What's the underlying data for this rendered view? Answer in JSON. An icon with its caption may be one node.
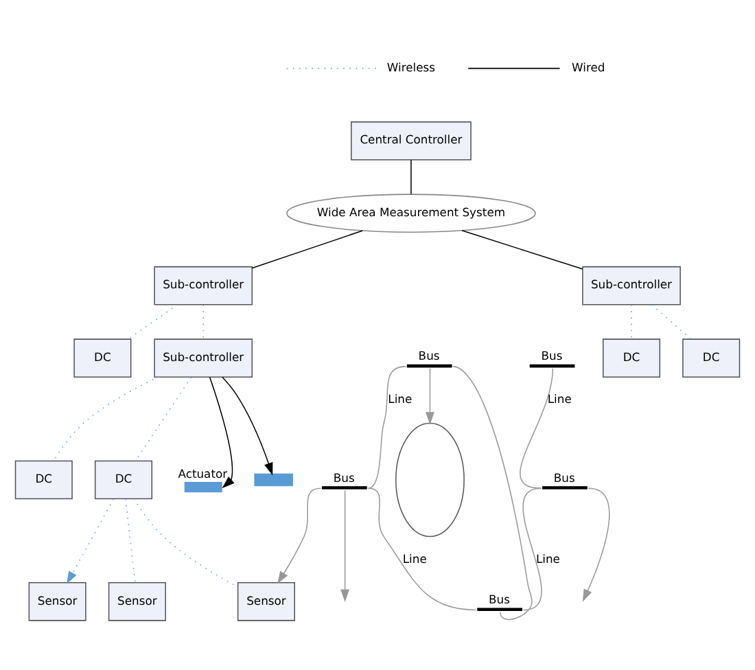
{
  "diagram": {
    "nodes": [
      {
        "text": [
          "Central Controller"
        ]
      },
      {
        "text": [
          "Wide Area Measurement System"
        ]
      },
      {
        "text": [
          "Sub-controller"
        ]
      },
      {
        "text": [
          "DC"
        ]
      },
      {
        "text": [
          "Sub-controller"
        ]
      },
      {
        "text": [
          "Sub-controller"
        ]
      },
      {
        "text": [
          "DC"
        ]
      },
      {
        "text": [
          "DC"
        ]
      },
      {
        "text": [
          "DC"
        ]
      },
      {
        "text": [
          "DC"
        ]
      },
      {
        "text": [
          "Sensor"
        ]
      },
      {
        "text": [
          "Sensor"
        ]
      },
      {
        "text": [
          "Sensor"
        ]
      },
      {
        "text": [],
        "shape": "bar",
        "beside": [
          "Actuator"
        ]
      },
      {
        "text": [],
        "shape": "bar"
      },
      {
        "text": [],
        "shape": "ellipse"
      },
      {
        "text": [],
        "shape": "bar",
        "beside": [
          "Bus"
        ]
      },
      {
        "text": [],
        "shape": "bar",
        "beside": [
          "Bus"
        ]
      },
      {
        "text": [],
        "shape": "bar",
        "beside": [
          "Bus"
        ]
      },
      {
        "text": [],
        "shape": "bar",
        "beside": [
          "Bus"
        ]
      },
      {
        "text": [],
        "shape": "bar",
        "beside": [
          "Bus"
        ]
      }
    ],
    "edges": [
      {
        "from": 0,
        "to": 1,
        "arrow": "none",
        "color": "#000000"
      },
      {
        "from": 1,
        "to": 2,
        "arrow": "none",
        "color": "#000000"
      },
      {
        "from": 1,
        "to": 5,
        "arrow": "none",
        "color": "#000000"
      },
      {
        "from": 2,
        "to": 3,
        "arrow": "none",
        "style": "dashed",
        "color": "#5b9bd5"
      },
      {
        "from": 2,
        "to": 4,
        "arrow": "none",
        "style": "dashed",
        "color": "#5b9bd5"
      },
      {
        "from": 4,
        "to": 6,
        "arrow": "none",
        "style": "dashed",
        "color": "#5b9bd5"
      },
      {
        "from": 4,
        "to": 7,
        "arrow": "none",
        "style": "dashed",
        "color": "#5b9bd5"
      },
      {
        "from": 5,
        "to": 8,
        "arrow": "none",
        "style": "dashed",
        "color": "#5b9bd5"
      },
      {
        "from": 5,
        "to": 9,
        "arrow": "none",
        "style": "dashed",
        "color": "#5b9bd5"
      },
      {
        "from": 4,
        "to": 14,
        "arrow": "to",
        "color": "#000000"
      },
      {
        "from": 4,
        "to": 13,
        "arrow": "to",
        "color": "#000000"
      },
      {
        "from": 7,
        "to": 10,
        "arrow": "none",
        "style": "dashed",
        "color": "#5b9bd5"
      },
      {
        "from": 7,
        "to": 11,
        "arrow": "to",
        "style": "dashed",
        "color": "#5b9bd5"
      },
      {
        "from": 7,
        "to": 12,
        "arrow": "none",
        "style": "dashed",
        "color": "#5b9bd5"
      },
      {
        "from": 17,
        "to": 16,
        "arrow": "none",
        "label": "Line",
        "color": "#999999"
      },
      {
        "from": 16,
        "to": 10,
        "arrow": "to",
        "color": "#999999"
      },
      {
        "from": 17,
        "to": 15,
        "arrow": "to",
        "color": "#999999"
      },
      {
        "from": 16,
        "to": 20,
        "arrow": "none",
        "label": "Line",
        "color": "#999999"
      },
      {
        "from": 16,
        "to": null,
        "arrow": "to",
        "color": "#999999"
      },
      {
        "from": 18,
        "to": 19,
        "arrow": "none",
        "label": "Line",
        "color": "#999999"
      },
      {
        "from": 19,
        "to": 20,
        "arrow": "none",
        "label": "Line",
        "color": "#999999"
      },
      {
        "from": 19,
        "to": null,
        "arrow": "to",
        "color": "#999999"
      },
      {
        "from": 17,
        "to": 20,
        "arrow": "none",
        "color": "#999999"
      }
    ],
    "legend": [
      {
        "text": "Wireless"
      },
      {
        "text": "Wired"
      }
    ]
  }
}
